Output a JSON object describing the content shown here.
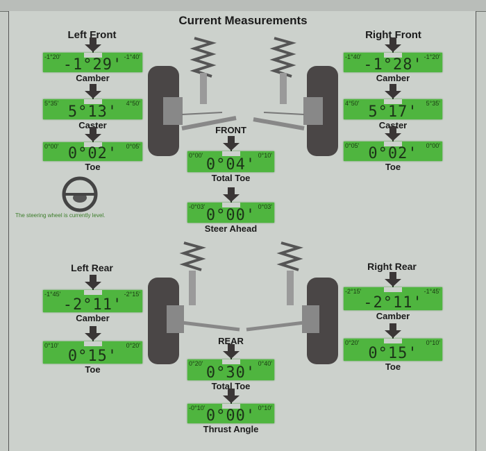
{
  "title": "Current Measurements",
  "front": {
    "label": "FRONT",
    "left": {
      "title": "Left Front",
      "camber": {
        "label": "Camber",
        "value": "-1°29'",
        "min": "-1°20'",
        "max": "-1°40'"
      },
      "caster": {
        "label": "Caster",
        "value": "5°13'",
        "min": "5°35'",
        "max": "4°50'"
      },
      "toe": {
        "label": "Toe",
        "value": "0°02'",
        "min": "0°00'",
        "max": "0°05'"
      }
    },
    "right": {
      "title": "Right Front",
      "camber": {
        "label": "Camber",
        "value": "-1°28'",
        "min": "-1°40'",
        "max": "-1°20'"
      },
      "caster": {
        "label": "Caster",
        "value": "5°17'",
        "min": "4°50'",
        "max": "5°35'"
      },
      "toe": {
        "label": "Toe",
        "value": "0°02'",
        "min": "0°05'",
        "max": "0°00'"
      }
    },
    "total_toe": {
      "label": "Total Toe",
      "value": "0°04'",
      "min": "0°00'",
      "max": "0°10'"
    },
    "steer_ahead": {
      "label": "Steer Ahead",
      "value": "0°00'",
      "min": "-0°03'",
      "max": "0°03'"
    }
  },
  "steering_note": "The steering wheel is currently level.",
  "rear": {
    "label": "REAR",
    "left": {
      "title": "Left Rear",
      "camber": {
        "label": "Camber",
        "value": "-2°11'",
        "min": "-1°45'",
        "max": "-2°15'"
      },
      "toe": {
        "label": "Toe",
        "value": "0°15'",
        "min": "0°10'",
        "max": "0°20'"
      }
    },
    "right": {
      "title": "Right Rear",
      "camber": {
        "label": "Camber",
        "value": "-2°11'",
        "min": "-2°15'",
        "max": "-1°45'"
      },
      "toe": {
        "label": "Toe",
        "value": "0°15'",
        "min": "0°20'",
        "max": "0°10'"
      }
    },
    "total_toe": {
      "label": "Total Toe",
      "value": "0°30'",
      "min": "0°20'",
      "max": "0°40'"
    },
    "thrust_angle": {
      "label": "Thrust Angle",
      "value": "0°00'",
      "min": "-0°10'",
      "max": "0°10'"
    }
  },
  "colors": {
    "gauge": "#4fb53f",
    "background": "#ccd1cc",
    "note": "#3c7d2a"
  }
}
